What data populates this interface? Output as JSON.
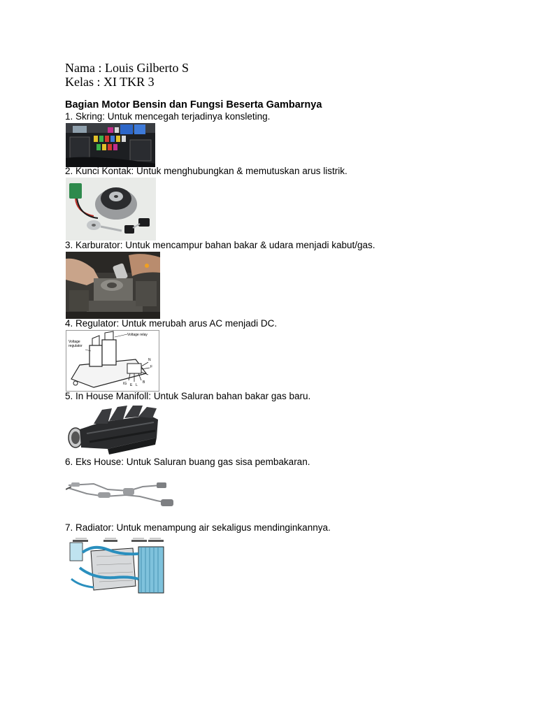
{
  "header": {
    "name_line": "Nama : Louis Gilberto S",
    "class_line": "Kelas : XI TKR 3"
  },
  "title": "Bagian Motor Bensin dan Fungsi Beserta Gambarnya",
  "items": [
    {
      "text": "1. Skring: Untuk mencegah terjadinya konsleting.",
      "image": "fuse-box-photo"
    },
    {
      "text": "2. Kunci Kontak: Untuk menghubungkan & memutuskan arus listrik.",
      "image": "ignition-switch-photo"
    },
    {
      "text": "3. Karburator: Untuk mencampur bahan bakar & udara menjadi kabut/gas.",
      "image": "carburetor-photo"
    },
    {
      "text": "4. Regulator: Untuk merubah arus AC menjadi DC.",
      "image": "regulator-diagram"
    },
    {
      "text": "5. In House Manifoll: Untuk Saluran bahan bakar gas baru.",
      "image": "intake-manifold-photo"
    },
    {
      "text": "6. Eks House: Untuk Saluran buang gas sisa pembakaran.",
      "image": "exhaust-system-photo"
    },
    {
      "text": "7. Radiator: Untuk menampung air sekaligus mendinginkannya.",
      "image": "radiator-diagram"
    }
  ],
  "regulator_labels": {
    "relay": "Voltage relay",
    "regulator_l1": "Voltage",
    "regulator_l2": "regulator",
    "terminals": [
      "N",
      "F",
      "IG",
      "E",
      "L",
      "B"
    ]
  }
}
